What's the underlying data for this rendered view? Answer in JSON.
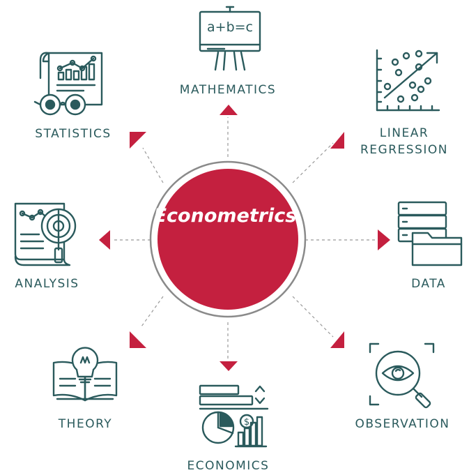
{
  "center": {
    "title": "Econometrics"
  },
  "colors": {
    "accent": "#c4203f",
    "icon": "#2a5a5c",
    "ring": "#8a8a8a",
    "connector": "#999999"
  },
  "nodes": [
    {
      "key": "mathematics",
      "label": "MATHEMATICS",
      "icon": "blackboard-icon"
    },
    {
      "key": "linear_regression",
      "label_lines": [
        "LINEAR",
        "REGRESSION"
      ],
      "icon": "scatter-plot-icon"
    },
    {
      "key": "data",
      "label": "DATA",
      "icon": "server-folder-icon"
    },
    {
      "key": "observation",
      "label": "OBSERVATION",
      "icon": "eye-magnifier-icon"
    },
    {
      "key": "economics",
      "label": "ECONOMICS",
      "icon": "finance-charts-icon"
    },
    {
      "key": "theory",
      "label": "THEORY",
      "icon": "idea-book-icon"
    },
    {
      "key": "analysis",
      "label": "ANALYSIS",
      "icon": "document-magnifier-icon"
    },
    {
      "key": "statistics",
      "label": "STATISTICS",
      "icon": "report-glasses-icon"
    }
  ],
  "icon_text": {
    "blackboard": "a+b=c"
  }
}
